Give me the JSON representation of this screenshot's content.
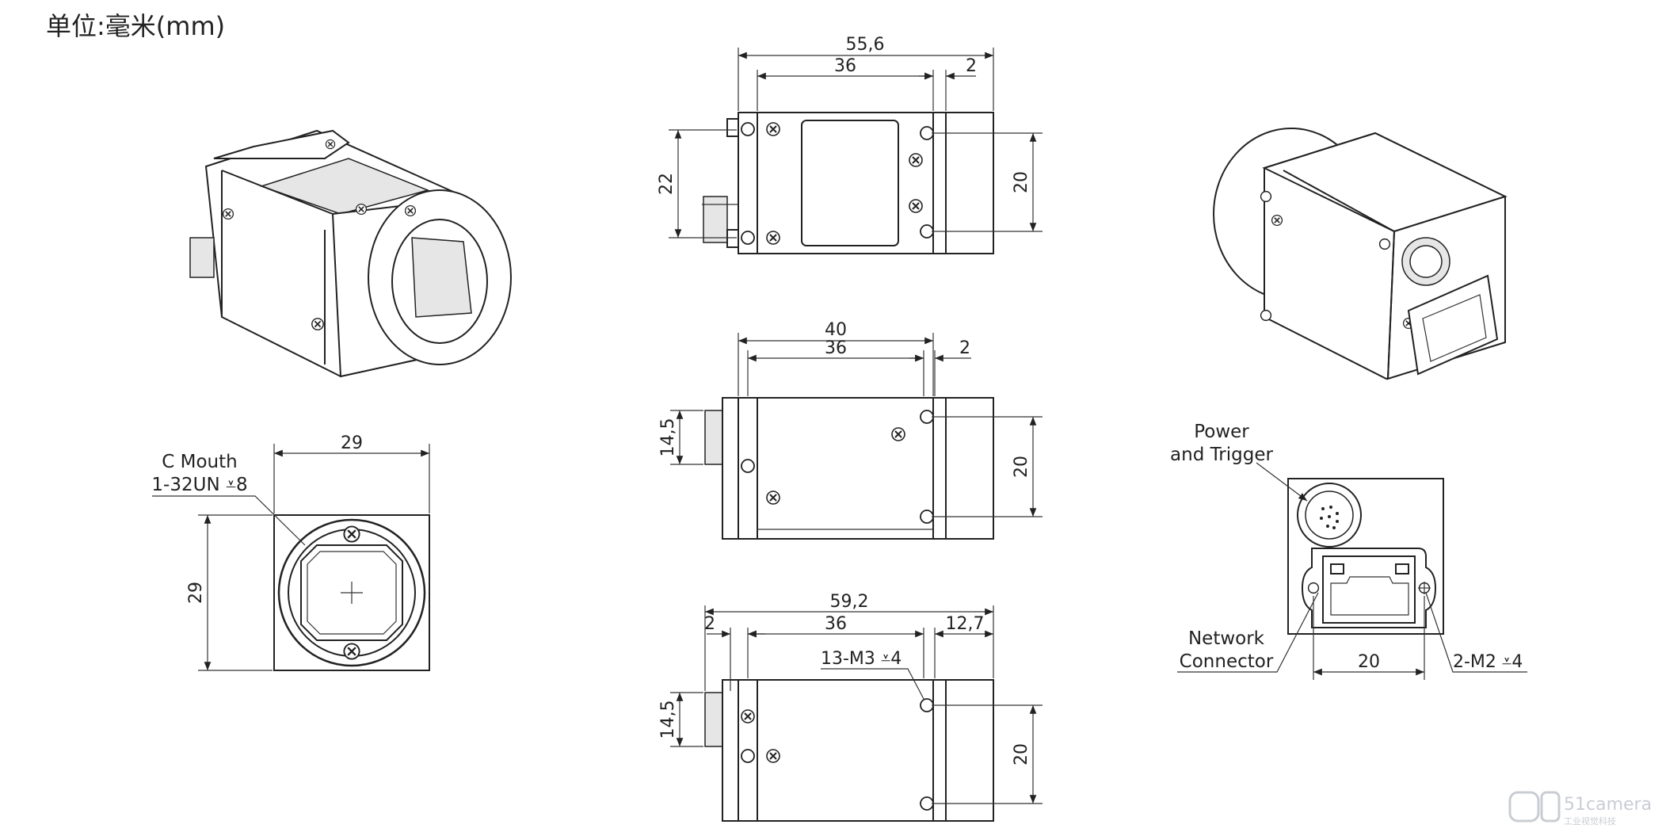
{
  "header": {
    "unit_label": "单位:毫米(mm)"
  },
  "top_view": {
    "overall": "55,6",
    "body": "36",
    "flange": "2",
    "height_left": "22",
    "height_right": "20"
  },
  "side_view": {
    "overall": "40",
    "body": "36",
    "flange": "2",
    "height_left": "14,5",
    "height_right": "20"
  },
  "bottom_view": {
    "overall": "59,2",
    "flange": "2",
    "body": "36",
    "lens": "12,7",
    "screw_note": "13-M3 ⩡4",
    "height_left": "14,5",
    "height_right": "20"
  },
  "front_view": {
    "width": "29",
    "height": "29",
    "mount_line1": "C Mouth",
    "mount_line2": "1-32UN ⩡8"
  },
  "rear_view": {
    "power_line1": "Power",
    "power_line2": "and Trigger",
    "network_line1": "Network",
    "network_line2": "Connector",
    "width": "20",
    "screw_note": "2-M2 ⩡4"
  },
  "watermark": {
    "brand": "51camera",
    "sub": "工业视觉科技"
  }
}
